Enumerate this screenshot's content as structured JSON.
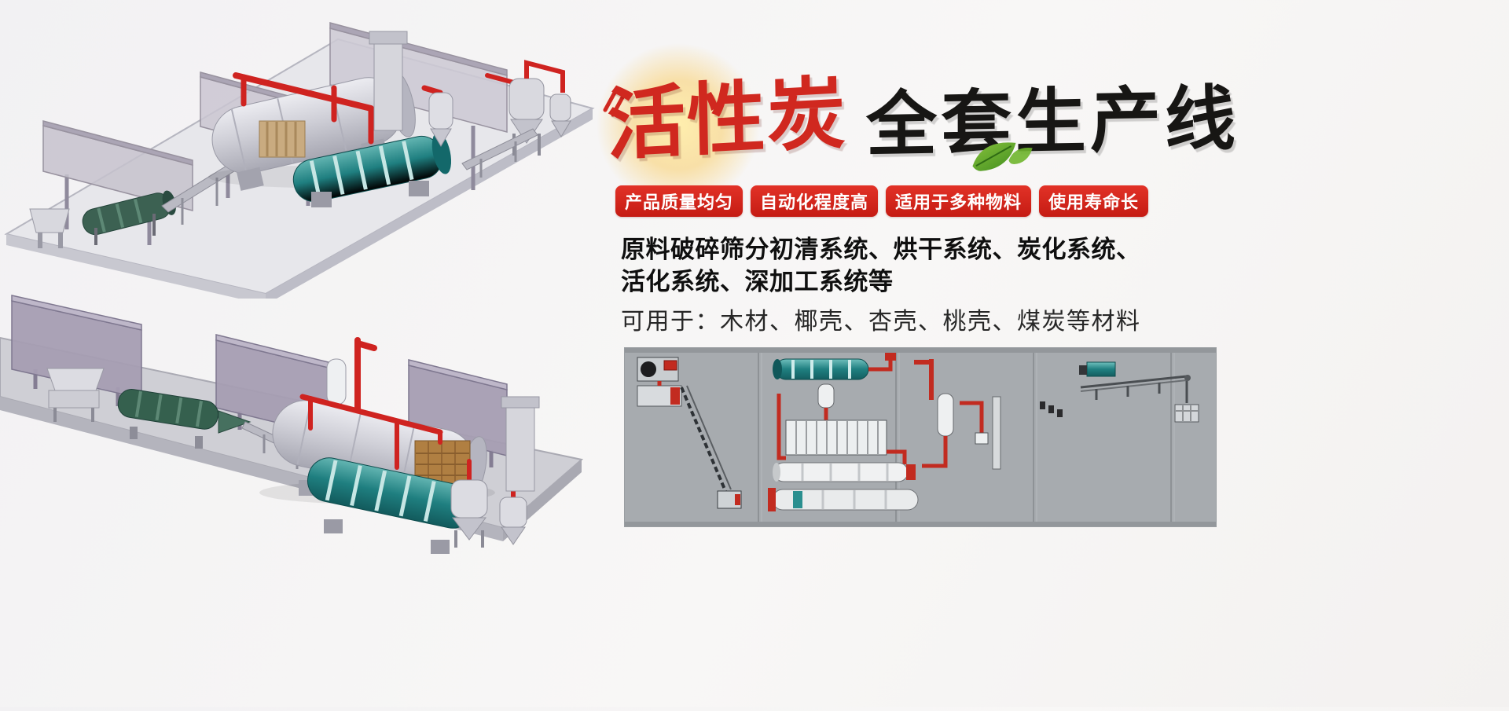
{
  "banner": {
    "title": {
      "red_text": "活性炭",
      "black_text": "全套生产线"
    },
    "badges": [
      {
        "label": "产品质量均匀"
      },
      {
        "label": "自动化程度高"
      },
      {
        "label": "适用于多种物料"
      },
      {
        "label": "使用寿命长"
      }
    ],
    "description": {
      "line1": "原料破碎筛分初清系统、烘干系统、炭化系统、",
      "line2": "活化系统、深加工系统等",
      "line3": "可用于：木材、椰壳、杏壳、桃壳、煤炭等材料"
    },
    "colors": {
      "title_red": "#d0281f",
      "title_black": "#171614",
      "badge_red": "#d2241c",
      "pipe_red": "#cf2320",
      "drum_teal": "#1f7f80",
      "machine_gray": "#d2d2d8",
      "wall_purple_gray": "#a29aae",
      "panel_gray": "#a7abaf",
      "leaf_green": "#5aa32c",
      "glow_yellow": "#f5c círc"
    },
    "illustrations": {
      "top": "isometric-3d-production-line-render",
      "bottom": "isometric-3d-production-line-render",
      "panel": "plant-layout-top-view-schematic"
    }
  }
}
